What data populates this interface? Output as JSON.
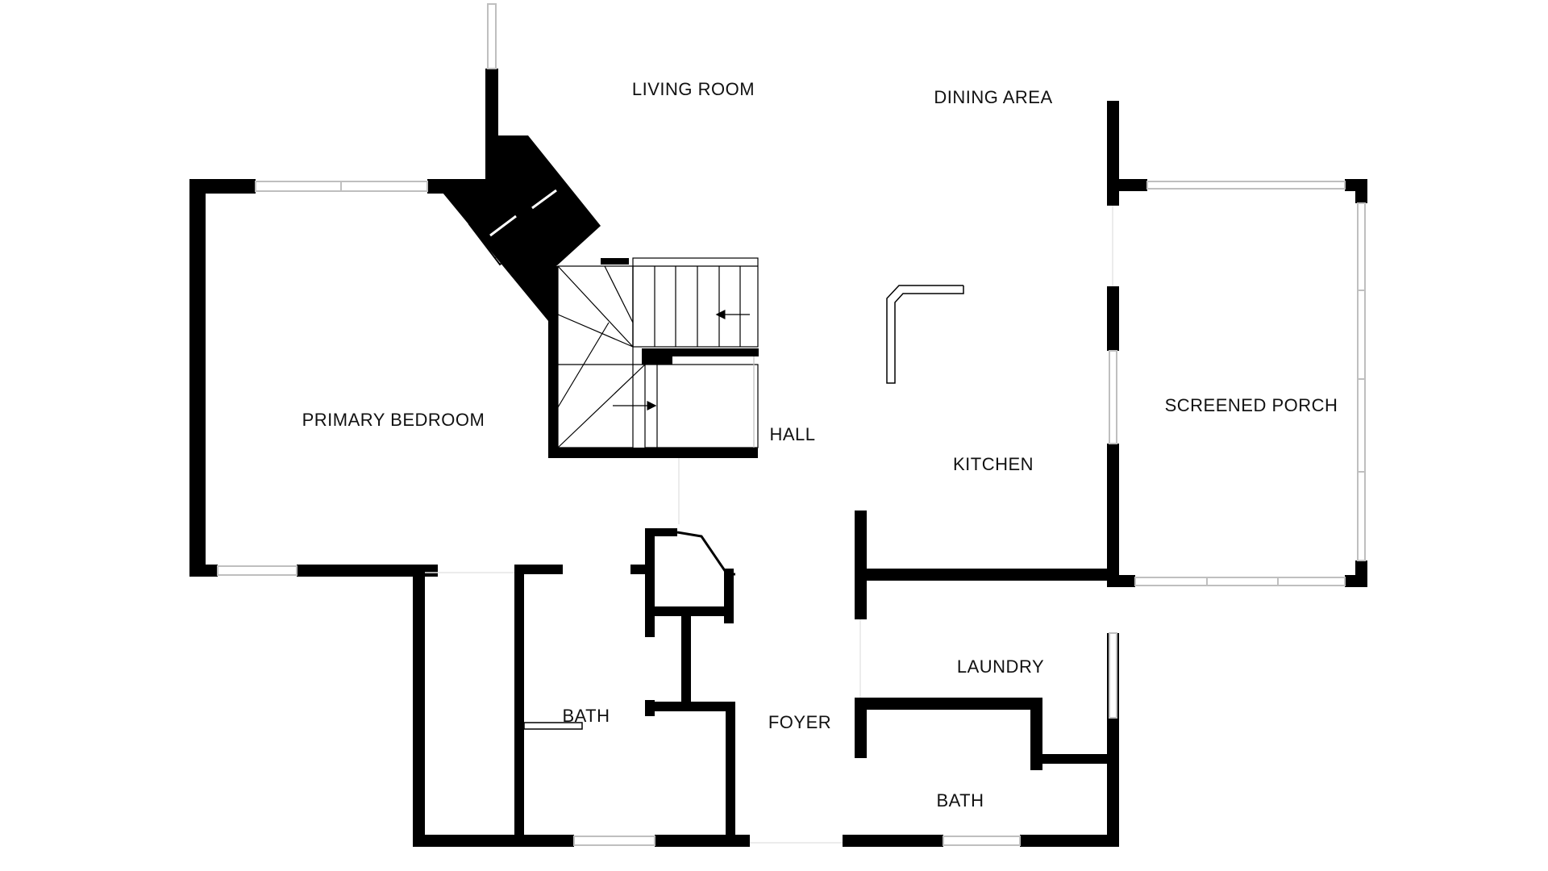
{
  "rooms": {
    "living_room": "LIVING ROOM",
    "dining_area": "DINING AREA",
    "primary_bedroom": "PRIMARY BEDROOM",
    "hall": "HALL",
    "kitchen": "KITCHEN",
    "screened_porch": "SCREENED PORCH",
    "laundry": "LAUNDRY",
    "bath_left": "BATH",
    "foyer": "FOYER",
    "bath_right": "BATH"
  },
  "colors": {
    "wall": "#000000",
    "window": "#bfbfbf",
    "background": "#ffffff"
  }
}
